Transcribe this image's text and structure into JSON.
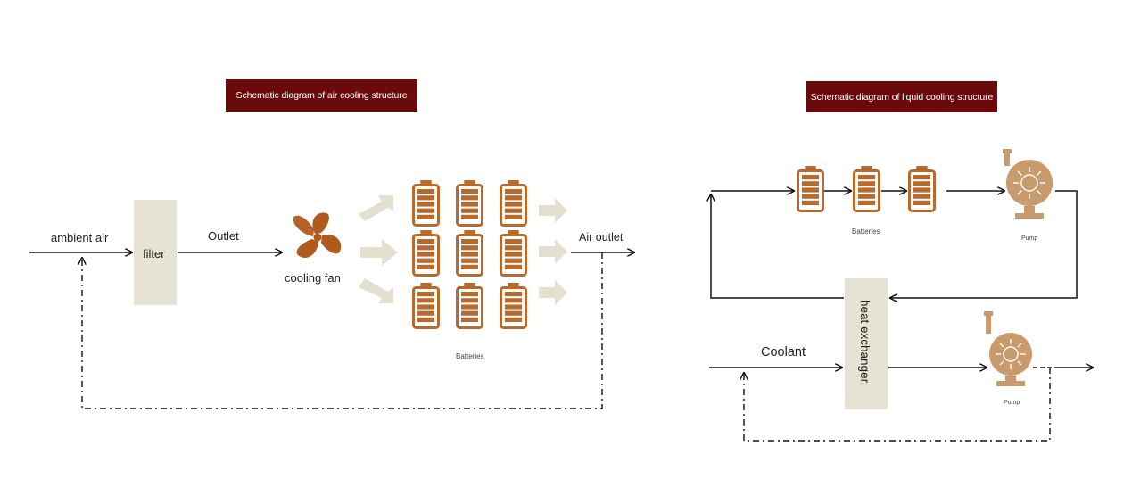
{
  "left_panel": {
    "title": "Schematic diagram of air cooling structure",
    "labels": {
      "ambient_air": "ambient air",
      "filter": "filter",
      "outlet": "Outlet",
      "cooling_fan": "cooling fan",
      "air_outlet": "Air outlet",
      "batteries": "Batteries"
    },
    "battery_grid": {
      "rows": 3,
      "cols": 3
    }
  },
  "right_panel": {
    "title": "Schematic diagram of liquid cooling structure",
    "labels": {
      "batteries": "Batteries",
      "pump_top": "Pump",
      "heat_exchanger": "heat exchanger",
      "coolant": "Coolant",
      "pump_bottom": "Pump"
    },
    "battery_count": 3
  },
  "colors": {
    "header_bg": "#6b0a0a",
    "battery": "#b86a2e",
    "fan": "#b05a1e",
    "pump": "#c99a6b",
    "filter_box": "#e6e3d4",
    "flow_arrow": "#e4e0cf",
    "line": "#111111"
  }
}
